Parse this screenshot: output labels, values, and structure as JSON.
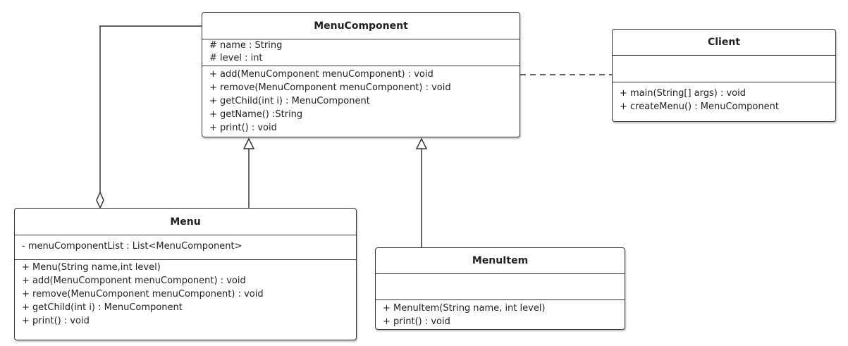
{
  "classes": {
    "menu_component": {
      "name": "MenuComponent",
      "attributes": [
        "# name : String",
        "# level : int"
      ],
      "methods": [
        "+ add(MenuComponent menuComponent) : void",
        "+ remove(MenuComponent menuComponent) : void",
        "+ getChild(int i) : MenuComponent",
        "+ getName() :String",
        "+ print() : void"
      ]
    },
    "client": {
      "name": "Client",
      "attributes": [],
      "methods": [
        "+ main(String[] args) : void",
        "+ createMenu() : MenuComponent"
      ]
    },
    "menu": {
      "name": "Menu",
      "attributes": [
        "- menuComponentList : List<MenuComponent>"
      ],
      "methods": [
        "+ Menu(String name,int level)",
        "+ add(MenuComponent menuComponent) : void",
        "+ remove(MenuComponent menuComponent) : void",
        "+ getChild(int i) : MenuComponent",
        "+ print() : void"
      ]
    },
    "menu_item": {
      "name": "MenuItem",
      "attributes": [],
      "methods": [
        "+ MenuItem(String name, int level)",
        "+ print() : void"
      ]
    }
  },
  "relationships": [
    {
      "type": "dependency",
      "from": "client",
      "to": "menu_component",
      "line_style": "dashed"
    },
    {
      "type": "generalization",
      "from": "menu",
      "to": "menu_component"
    },
    {
      "type": "generalization",
      "from": "menu_item",
      "to": "menu_component"
    },
    {
      "type": "aggregation",
      "from": "menu",
      "to": "menu_component"
    }
  ],
  "colors": {
    "stroke": "#333333",
    "background": "#ffffff"
  }
}
